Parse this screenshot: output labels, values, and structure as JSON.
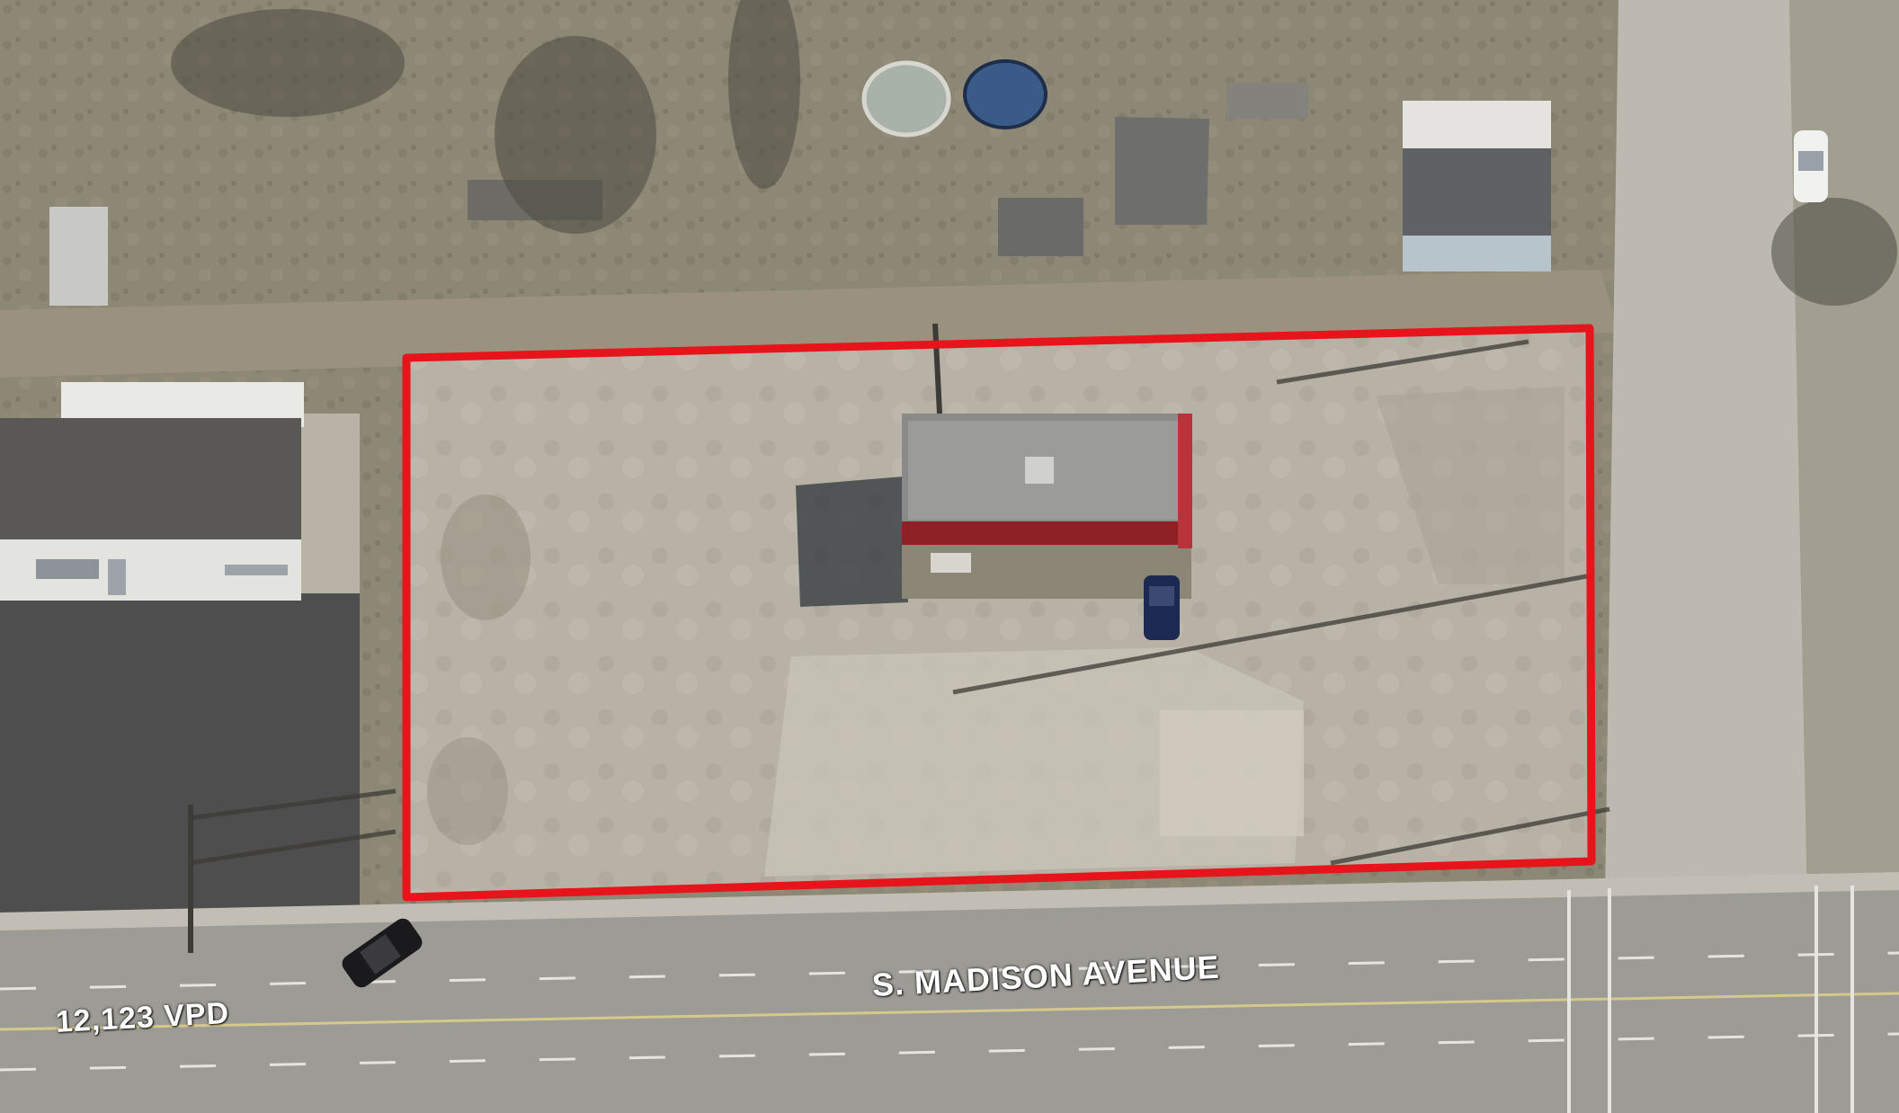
{
  "map": {
    "street_name": "S. MADISON AVENUE",
    "traffic_count": "12,123 VPD",
    "boundary_color": "#e8141c",
    "features": {
      "road": "road-surface",
      "parcel": "parcel-boundary-outline",
      "buildings": [
        "convenience-store-building",
        "garage-building",
        "house-building"
      ],
      "vehicles": [
        "car-sedan-road",
        "car-suv-lot",
        "car-white-street"
      ]
    }
  }
}
